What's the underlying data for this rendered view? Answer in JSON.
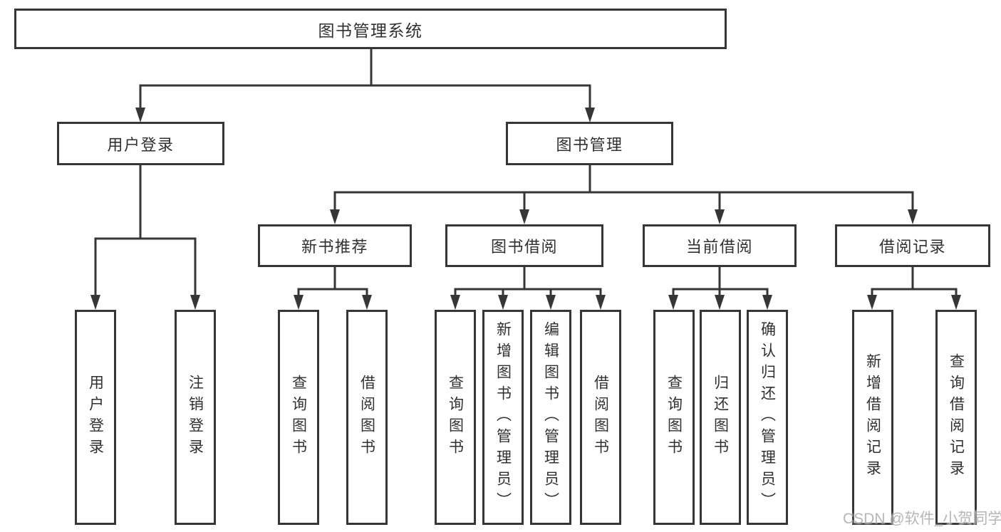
{
  "diagram": {
    "tree": {
      "label": "图书管理系统",
      "children": [
        {
          "label": "用户登录",
          "children": [
            {
              "label": "用户登录"
            },
            {
              "label": "注销登录"
            }
          ]
        },
        {
          "label": "图书管理",
          "children": [
            {
              "label": "新书推荐",
              "children": [
                {
                  "label": "查询图书"
                },
                {
                  "label": "借阅图书"
                }
              ]
            },
            {
              "label": "图书借阅",
              "children": [
                {
                  "label": "查询图书"
                },
                {
                  "label": "新增图书（管理员）"
                },
                {
                  "label": "编辑图书（管理员）"
                },
                {
                  "label": "借阅图书"
                }
              ]
            },
            {
              "label": "当前借阅",
              "children": [
                {
                  "label": "查询图书"
                },
                {
                  "label": "归还图书"
                },
                {
                  "label": "确认归还（管理员）"
                }
              ]
            },
            {
              "label": "借阅记录",
              "children": [
                {
                  "label": "新增借阅记录"
                },
                {
                  "label": "查询借阅记录"
                }
              ]
            }
          ]
        }
      ]
    },
    "watermark": "CSDN @软件_小贺同学",
    "colors": {
      "line": "#363636",
      "text": "#303030",
      "background": "#ffffff",
      "watermark": "#aaaaaa"
    }
  }
}
